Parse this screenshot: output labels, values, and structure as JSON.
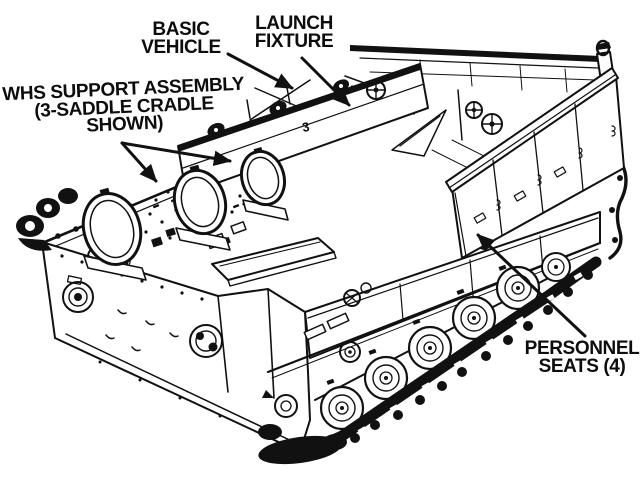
{
  "page": {
    "background": "#ffffff",
    "ink": "#111111"
  },
  "diagram": {
    "labels": {
      "basic_vehicle": {
        "line1": "BASIC",
        "line2": "VEHICLE"
      },
      "launch_fixture": {
        "line1": "LAUNCH",
        "line2": "FIXTURE"
      },
      "whs_support_assembly": {
        "line1": "WHS SUPPORT ASSEMBLY",
        "line2": "(3-SADDLE CRADLE",
        "line3": "SHOWN)"
      },
      "personnel_seats": {
        "line1": "PERSONNEL",
        "line2": "SEATS (4)"
      }
    },
    "part_marking": "3"
  }
}
